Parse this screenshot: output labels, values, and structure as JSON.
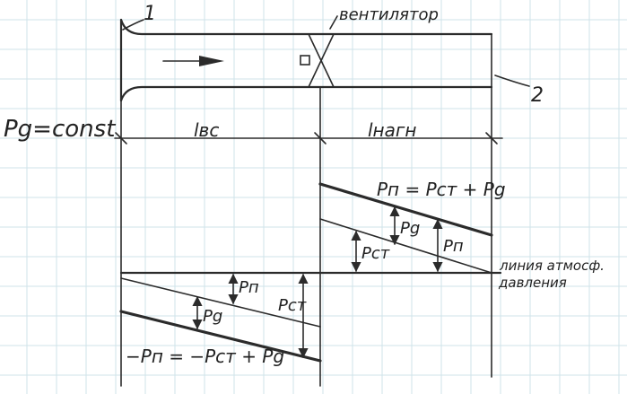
{
  "labels": {
    "marker_1": "1",
    "marker_2": "2",
    "fan": "вентилятор",
    "pd_const": "Pg=const",
    "section_suction": "lвс",
    "section_discharge": "lнагн",
    "pressure_line_line": "линия атмосф.",
    "pressure_line_line2": "давления"
  },
  "formulas": {
    "upper": "Pп = Pст + Pg",
    "lower": "−Pп = −Pст + Pg"
  },
  "pressure_labels": {
    "pg_upper": "Pg",
    "pst_upper": "Pст",
    "pp_upper": "Pп",
    "pp_lower": "Pп",
    "pg_lower": "Pg",
    "pst_lower": "Pст"
  }
}
